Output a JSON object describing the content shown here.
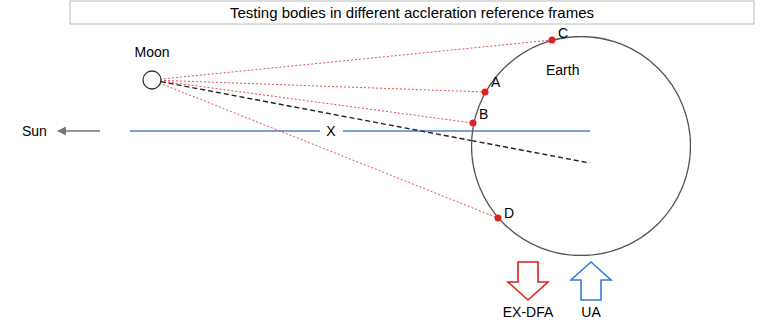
{
  "diagram": {
    "title": "Testing bodies in different accleration reference frames",
    "nodes": [
      {
        "text": [
          "Moon"
        ]
      },
      {
        "text": [
          "Earth"
        ]
      }
    ],
    "edges": [
      {
        "from": 0,
        "to": 1,
        "arrow": "none"
      }
    ],
    "labels": [
      "C",
      "A",
      "B",
      "Sun",
      "X",
      "D",
      "EX-DFA",
      "UA"
    ]
  }
}
